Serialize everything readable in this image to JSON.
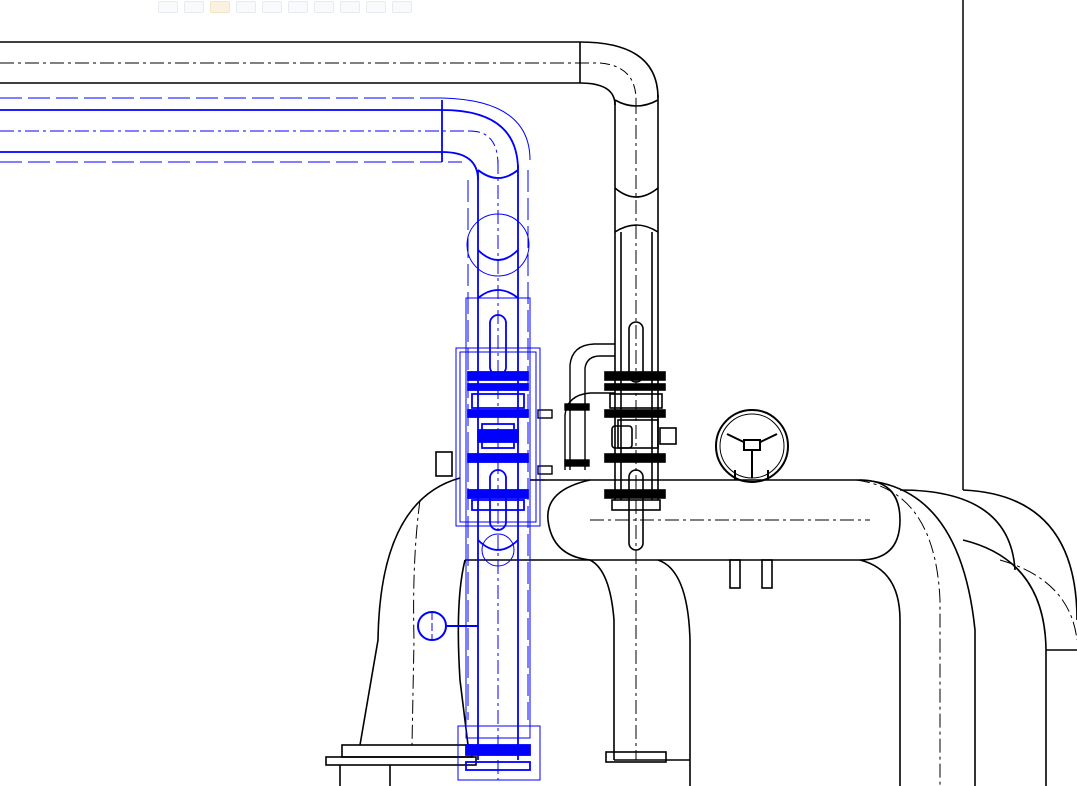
{
  "app": {
    "view": "cad-piping-viewport",
    "background_color": "#ffffff",
    "line_color": "#000000",
    "selection_color": "#0000ff"
  },
  "toolbar": {
    "icons": [
      "select-icon",
      "pan-icon",
      "measure-icon",
      "layer-icon",
      "zoom-icon",
      "rotate-icon",
      "section-icon",
      "view-icon",
      "snap-icon",
      "grid-icon"
    ]
  },
  "drawing": {
    "selected_component": "vertical-pipe-with-valve",
    "components": [
      "upper-pipe-run",
      "selected-pipe-run",
      "gate-valve",
      "handwheel-valve",
      "horizontal-header",
      "reducer",
      "gauge-connection",
      "pipe-elbows"
    ]
  }
}
